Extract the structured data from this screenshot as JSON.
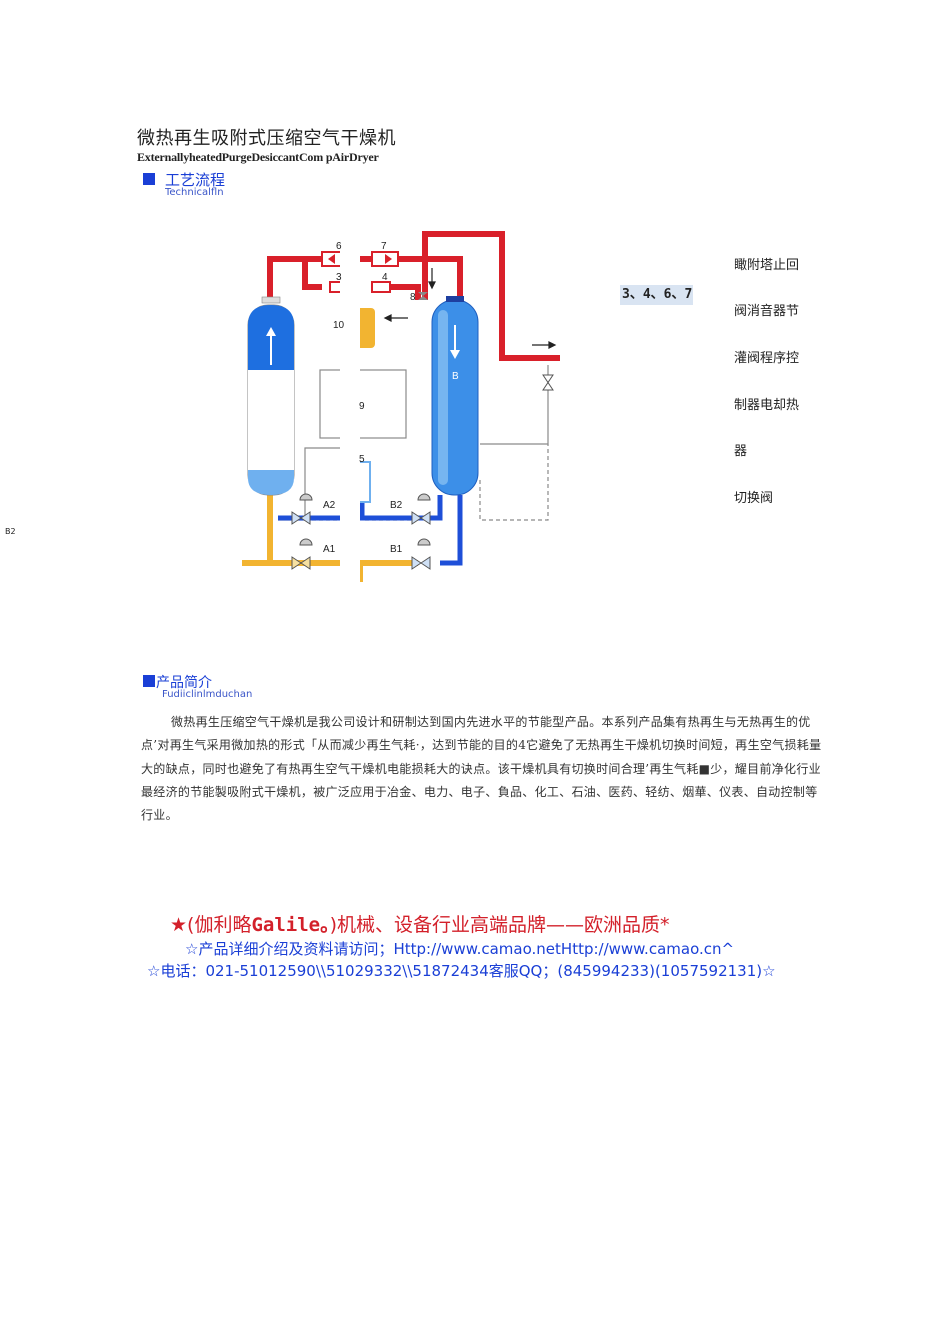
{
  "doc": {
    "title": "微热再生吸附式压缩空气干燥机",
    "subtitle": "ExternallyheatedPurgeDesiccantCom  pAirDryer"
  },
  "section1": {
    "label": "工艺流程",
    "sublabel": "Technicalfln"
  },
  "diagram": {
    "labels": {
      "n6": "6",
      "n7": "7",
      "n3": "3",
      "n4": "4",
      "n8": "8",
      "n10": "10",
      "n9": "9",
      "n5": "5",
      "tower_b": "B",
      "a2": "A2",
      "b2": "B2",
      "a1": "A1",
      "b1": "B1"
    },
    "colors": {
      "red": "#d9202a",
      "blue": "#1e4fd8",
      "yellow": "#f2b431",
      "tank_top": "#1e6fe0",
      "tank_light": "#6fb0ef",
      "gray": "#8a8a8a"
    }
  },
  "legend": {
    "ids": "3、4、6、7",
    "items": [
      "瞰附塔止回",
      "阀消音器节",
      "灌阀程序控",
      "制器电却热",
      "器",
      "切换阀"
    ]
  },
  "stray_label": "B2",
  "section2": {
    "label": "产品简介",
    "sublabel": "Fudiiclinlmduchan"
  },
  "paragraph": "微热再生压缩空气干燥机是我公司设计和研制达到国内先进水平的节能型产品。本系列产品集有热再生与无热再生的优点’对再生气采用微加热的形式「从而减少再生气耗·，达到节能的目的4它避免了无热再生干燥机切换时间短，再生空气损耗量大的缺点，同时也避免了有热再生空气干燥机电能损耗大的诀点。该干燥机具有切换时间合理’再生气耗■少，耀目前净化行业最经济的节能製吸附式干燥机，被广泛应用于冶金、电力、电子、負品、化工、石油、医药、轻纺、烟華、仪表、自动控制等行业。",
  "footer": {
    "line1_a": "★(伽利略",
    "line1_brand": "Galile。",
    "line1_b": ")机械、设备行业高端品牌——欧洲品质*",
    "line2": "☆产品详细介绍及资料请访问；Http://www.camao.netHttp://www.camao.cn^",
    "line3": "☆电话：021-51012590\\\\51029332\\\\51872434客服QQ；(845994233)(1057592131)☆"
  }
}
